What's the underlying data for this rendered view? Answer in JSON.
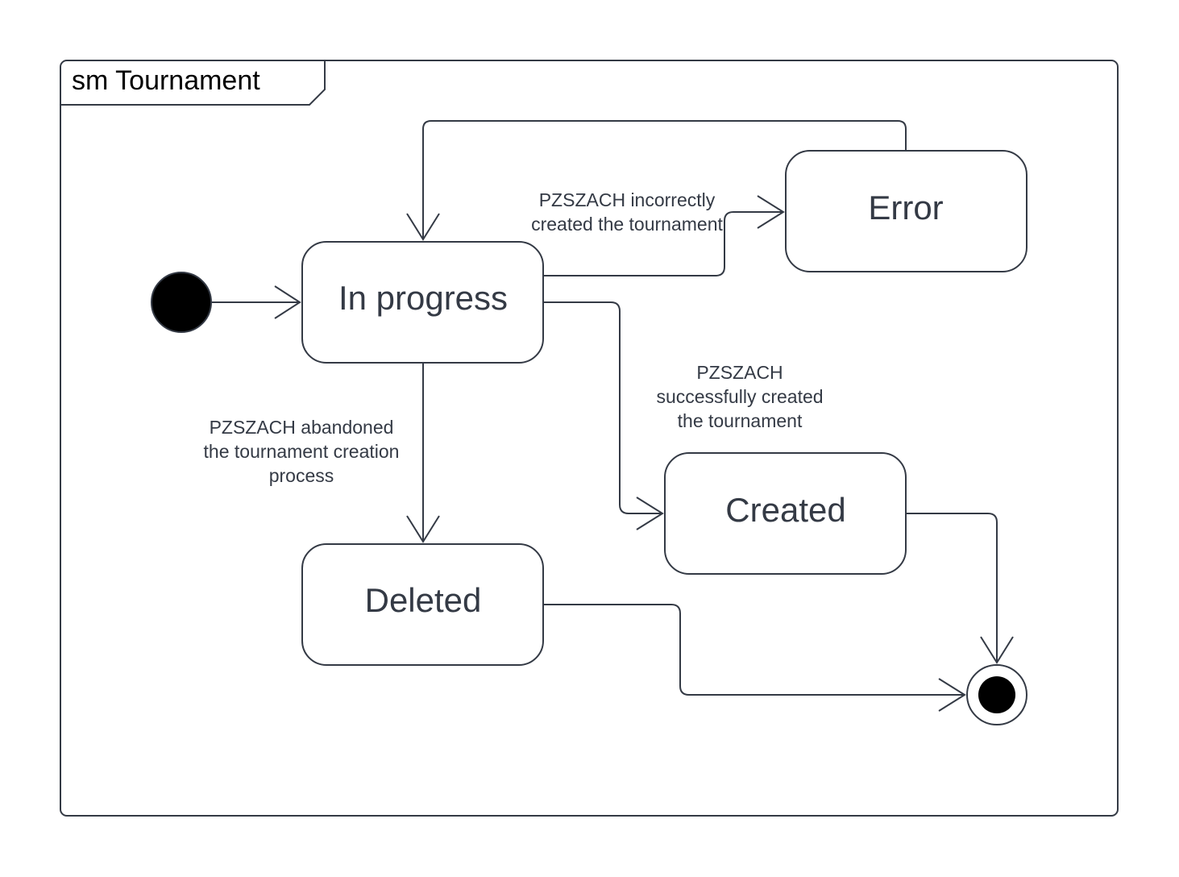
{
  "frame": {
    "title": "sm Tournament"
  },
  "states": {
    "in_progress": "In progress",
    "error": "Error",
    "created": "Created",
    "deleted": "Deleted"
  },
  "transitions": {
    "to_error": [
      "PZSZACH incorrectly",
      "created the tournament"
    ],
    "to_created": [
      "PZSZACH",
      "successfully created",
      "the tournament"
    ],
    "to_deleted": [
      "PZSZACH abandoned",
      "the tournament creation",
      "process"
    ]
  },
  "colors": {
    "stroke": "#343a45",
    "text": "#343a45",
    "background": "#ffffff"
  }
}
